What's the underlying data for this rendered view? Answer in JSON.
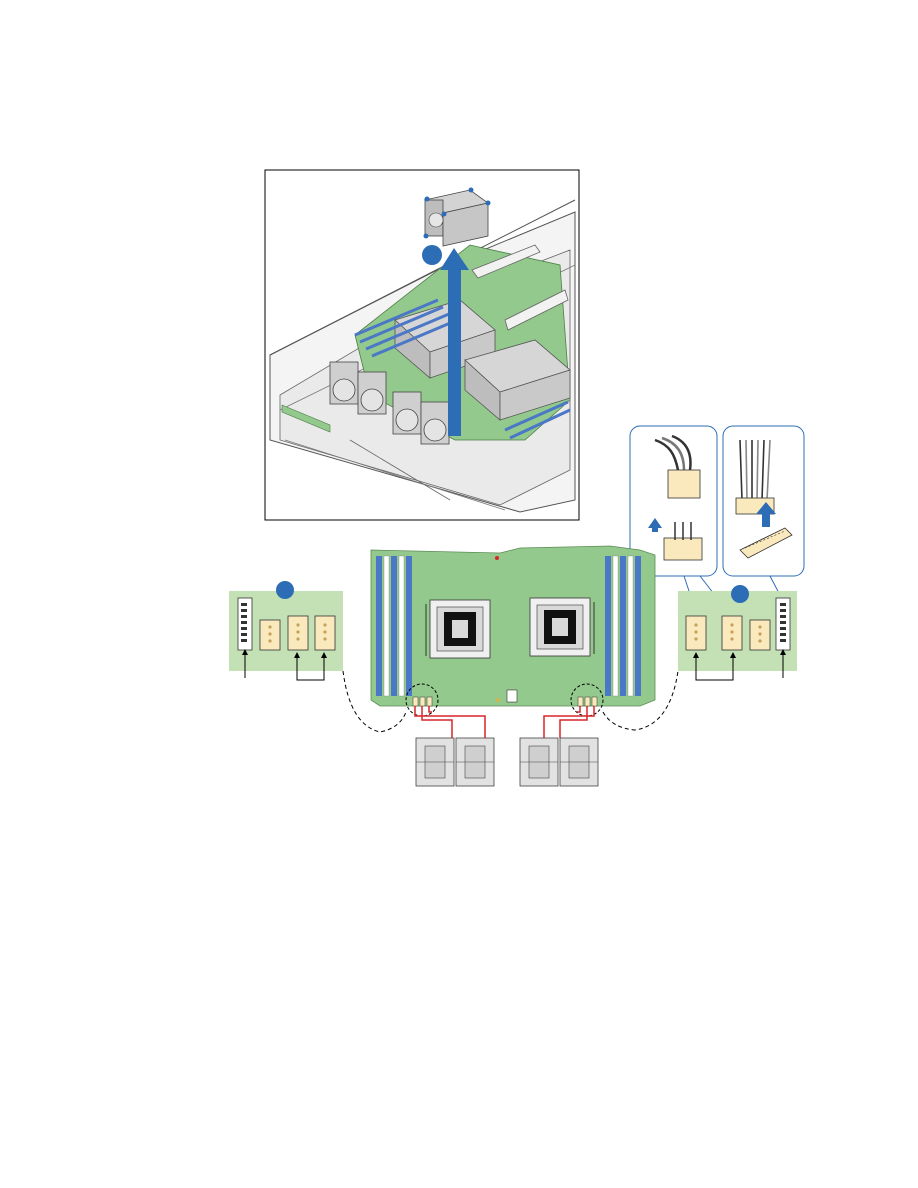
{
  "figure": {
    "callouts": [
      {
        "id": "step-1-callout",
        "label": ""
      },
      {
        "id": "step-2-callout-left",
        "label": ""
      },
      {
        "id": "step-2-callout-right",
        "label": ""
      }
    ],
    "icons": {
      "arrow": "blue-up-arrow-icon",
      "fan": "fan-module-icon",
      "connector": "fan-connector-icon"
    },
    "colors": {
      "board": "#93c98c",
      "dimm": "#4a77c6",
      "callout": "#2c6db5",
      "cable": "#d8262a",
      "connector": "#fbe9be",
      "panel": "#c4e0b5"
    }
  }
}
